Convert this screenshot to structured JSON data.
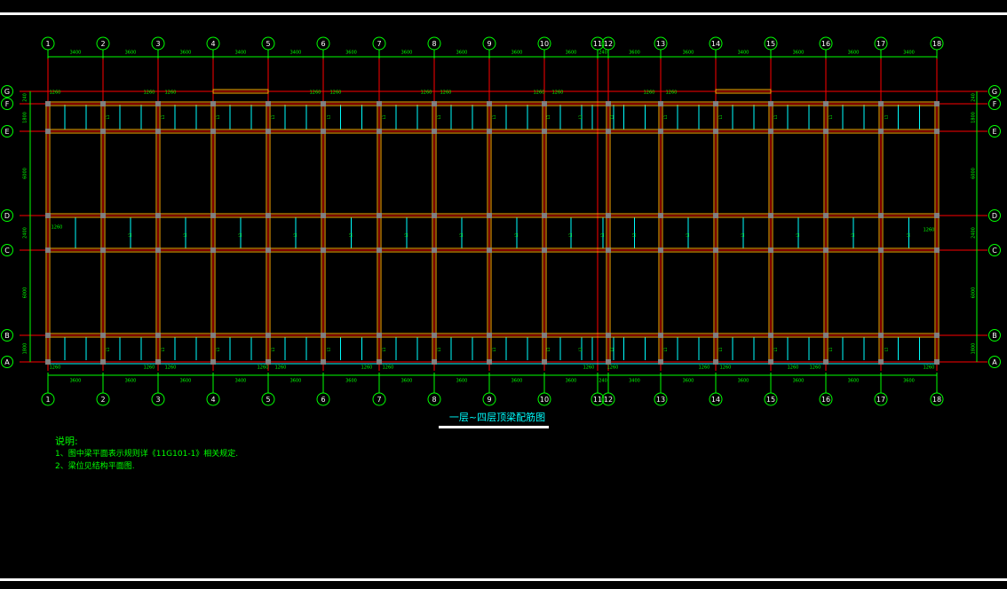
{
  "drawing": {
    "title": "一层~四层顶梁配筋图",
    "notes_heading": "说明:",
    "notes": [
      "1、图中梁平面表示规则详《11G101-1》相关规定.",
      "2、梁位见结构平面图."
    ]
  },
  "axes": {
    "columns": [
      "1",
      "2",
      "3",
      "4",
      "5",
      "6",
      "7",
      "8",
      "9",
      "10",
      "11",
      "12",
      "13",
      "14",
      "15",
      "16",
      "17",
      "18"
    ],
    "rows": [
      "G",
      "F",
      "E",
      "D",
      "C",
      "B",
      "A"
    ],
    "top_dims": [
      "3400",
      "3600",
      "3600",
      "3400",
      "3400",
      "3600",
      "3600",
      "3600",
      "3600",
      "3600",
      "240",
      "3600",
      "3600",
      "3400",
      "3600",
      "3600",
      "3400"
    ],
    "bottom_dims": [
      "3600",
      "3600",
      "3600",
      "3400",
      "3600",
      "3600",
      "3600",
      "3600",
      "3600",
      "3600",
      "240",
      "3400",
      "3600",
      "3600",
      "3600",
      "3600",
      "3600"
    ],
    "left_dims": [
      "240",
      "1800",
      "6000",
      "2400",
      "6000",
      "1800"
    ],
    "right_dims": [
      "240",
      "1800",
      "6000",
      "2400",
      "6000",
      "1800"
    ],
    "beam_dim": "1260",
    "beam_tag": "L1"
  },
  "colors": {
    "background": "#000000",
    "axis_line": "#ff0000",
    "beam": "#ffaa00",
    "wall": "#00ffff",
    "dimension": "#00ff00",
    "column": "#808080",
    "bubble": "#00ff00",
    "title": "#00ffff"
  }
}
